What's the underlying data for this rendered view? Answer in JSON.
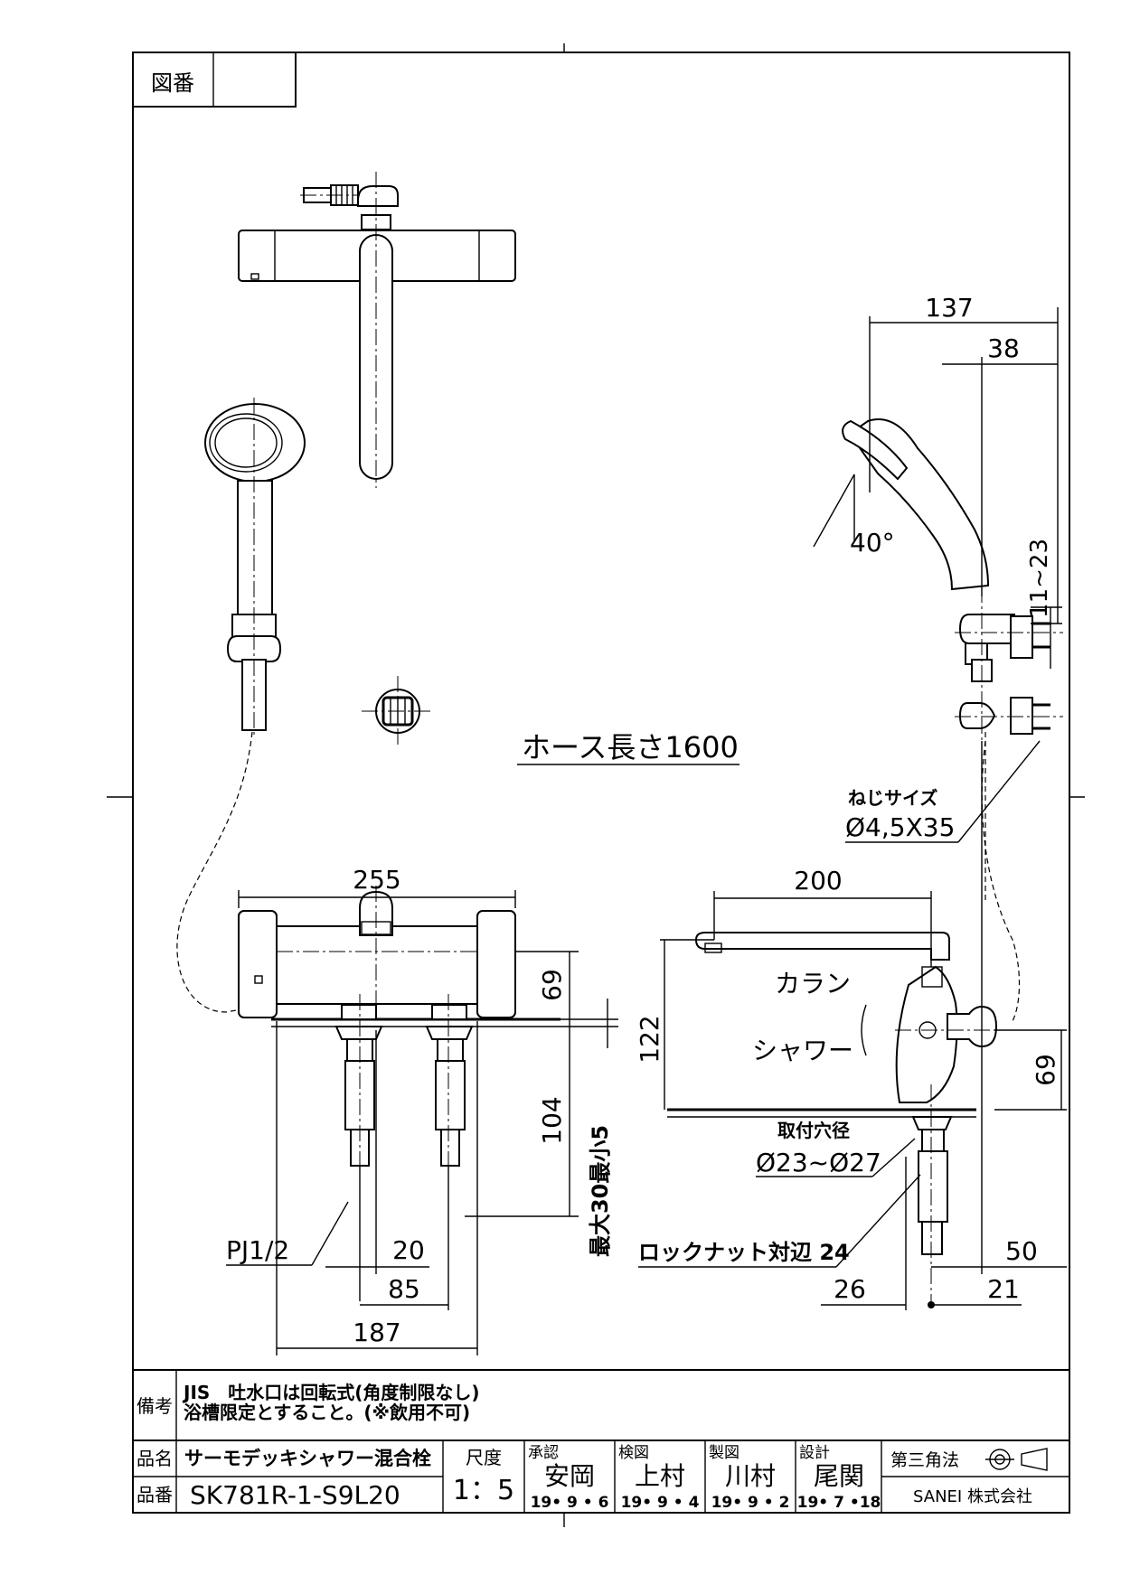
{
  "title_block": {
    "drawing_no_label": "図番",
    "drawing_no_value": "",
    "remarks_label": "備考",
    "remarks_line1": "JIS　吐水口は回転式(角度制限なし)",
    "remarks_line2": "浴槽限定とすること。(※飲用不可)",
    "product_name_label": "品名",
    "product_name": "サーモデッキシャワー混合栓",
    "product_no_label": "品番",
    "product_no": "SK781R-1-S9L20",
    "scale_label": "尺度",
    "scale": "1：5",
    "approval_label": "承認",
    "approval_name": "安岡",
    "approval_date": "19• 9 • 6",
    "check_label": "検図",
    "check_name": "上村",
    "check_date": "19• 9 • 4",
    "draft_label": "製図",
    "draft_name": "川村",
    "draft_date": "19• 9 • 2",
    "design_label": "設計",
    "design_name": "尾関",
    "design_date": "19• 7 •18",
    "projection": "第三角法",
    "company": "SANEI 株式会社"
  },
  "annotations": {
    "hose_length": "ホース長さ1600",
    "screw_size_label": "ねじサイズ",
    "screw_size": "Ø4,5X35",
    "angle": "40°",
    "karan": "カラン",
    "shower": "シャワー",
    "mount_hole_label": "取付穴径",
    "mount_hole": "Ø23~Ø27",
    "locknut": "ロックナット対辺 24",
    "pj": "PJ1/2",
    "max_thickness": "最大30最小5"
  },
  "dimensions": {
    "d137": "137",
    "d38": "38",
    "d11_23": "11~23",
    "d255": "255",
    "d200": "200",
    "d69_front": "69",
    "d122": "122",
    "d69_side": "69",
    "d104": "104",
    "d20": "20",
    "d85": "85",
    "d187": "187",
    "d50": "50",
    "d26": "26",
    "d21": "21"
  }
}
